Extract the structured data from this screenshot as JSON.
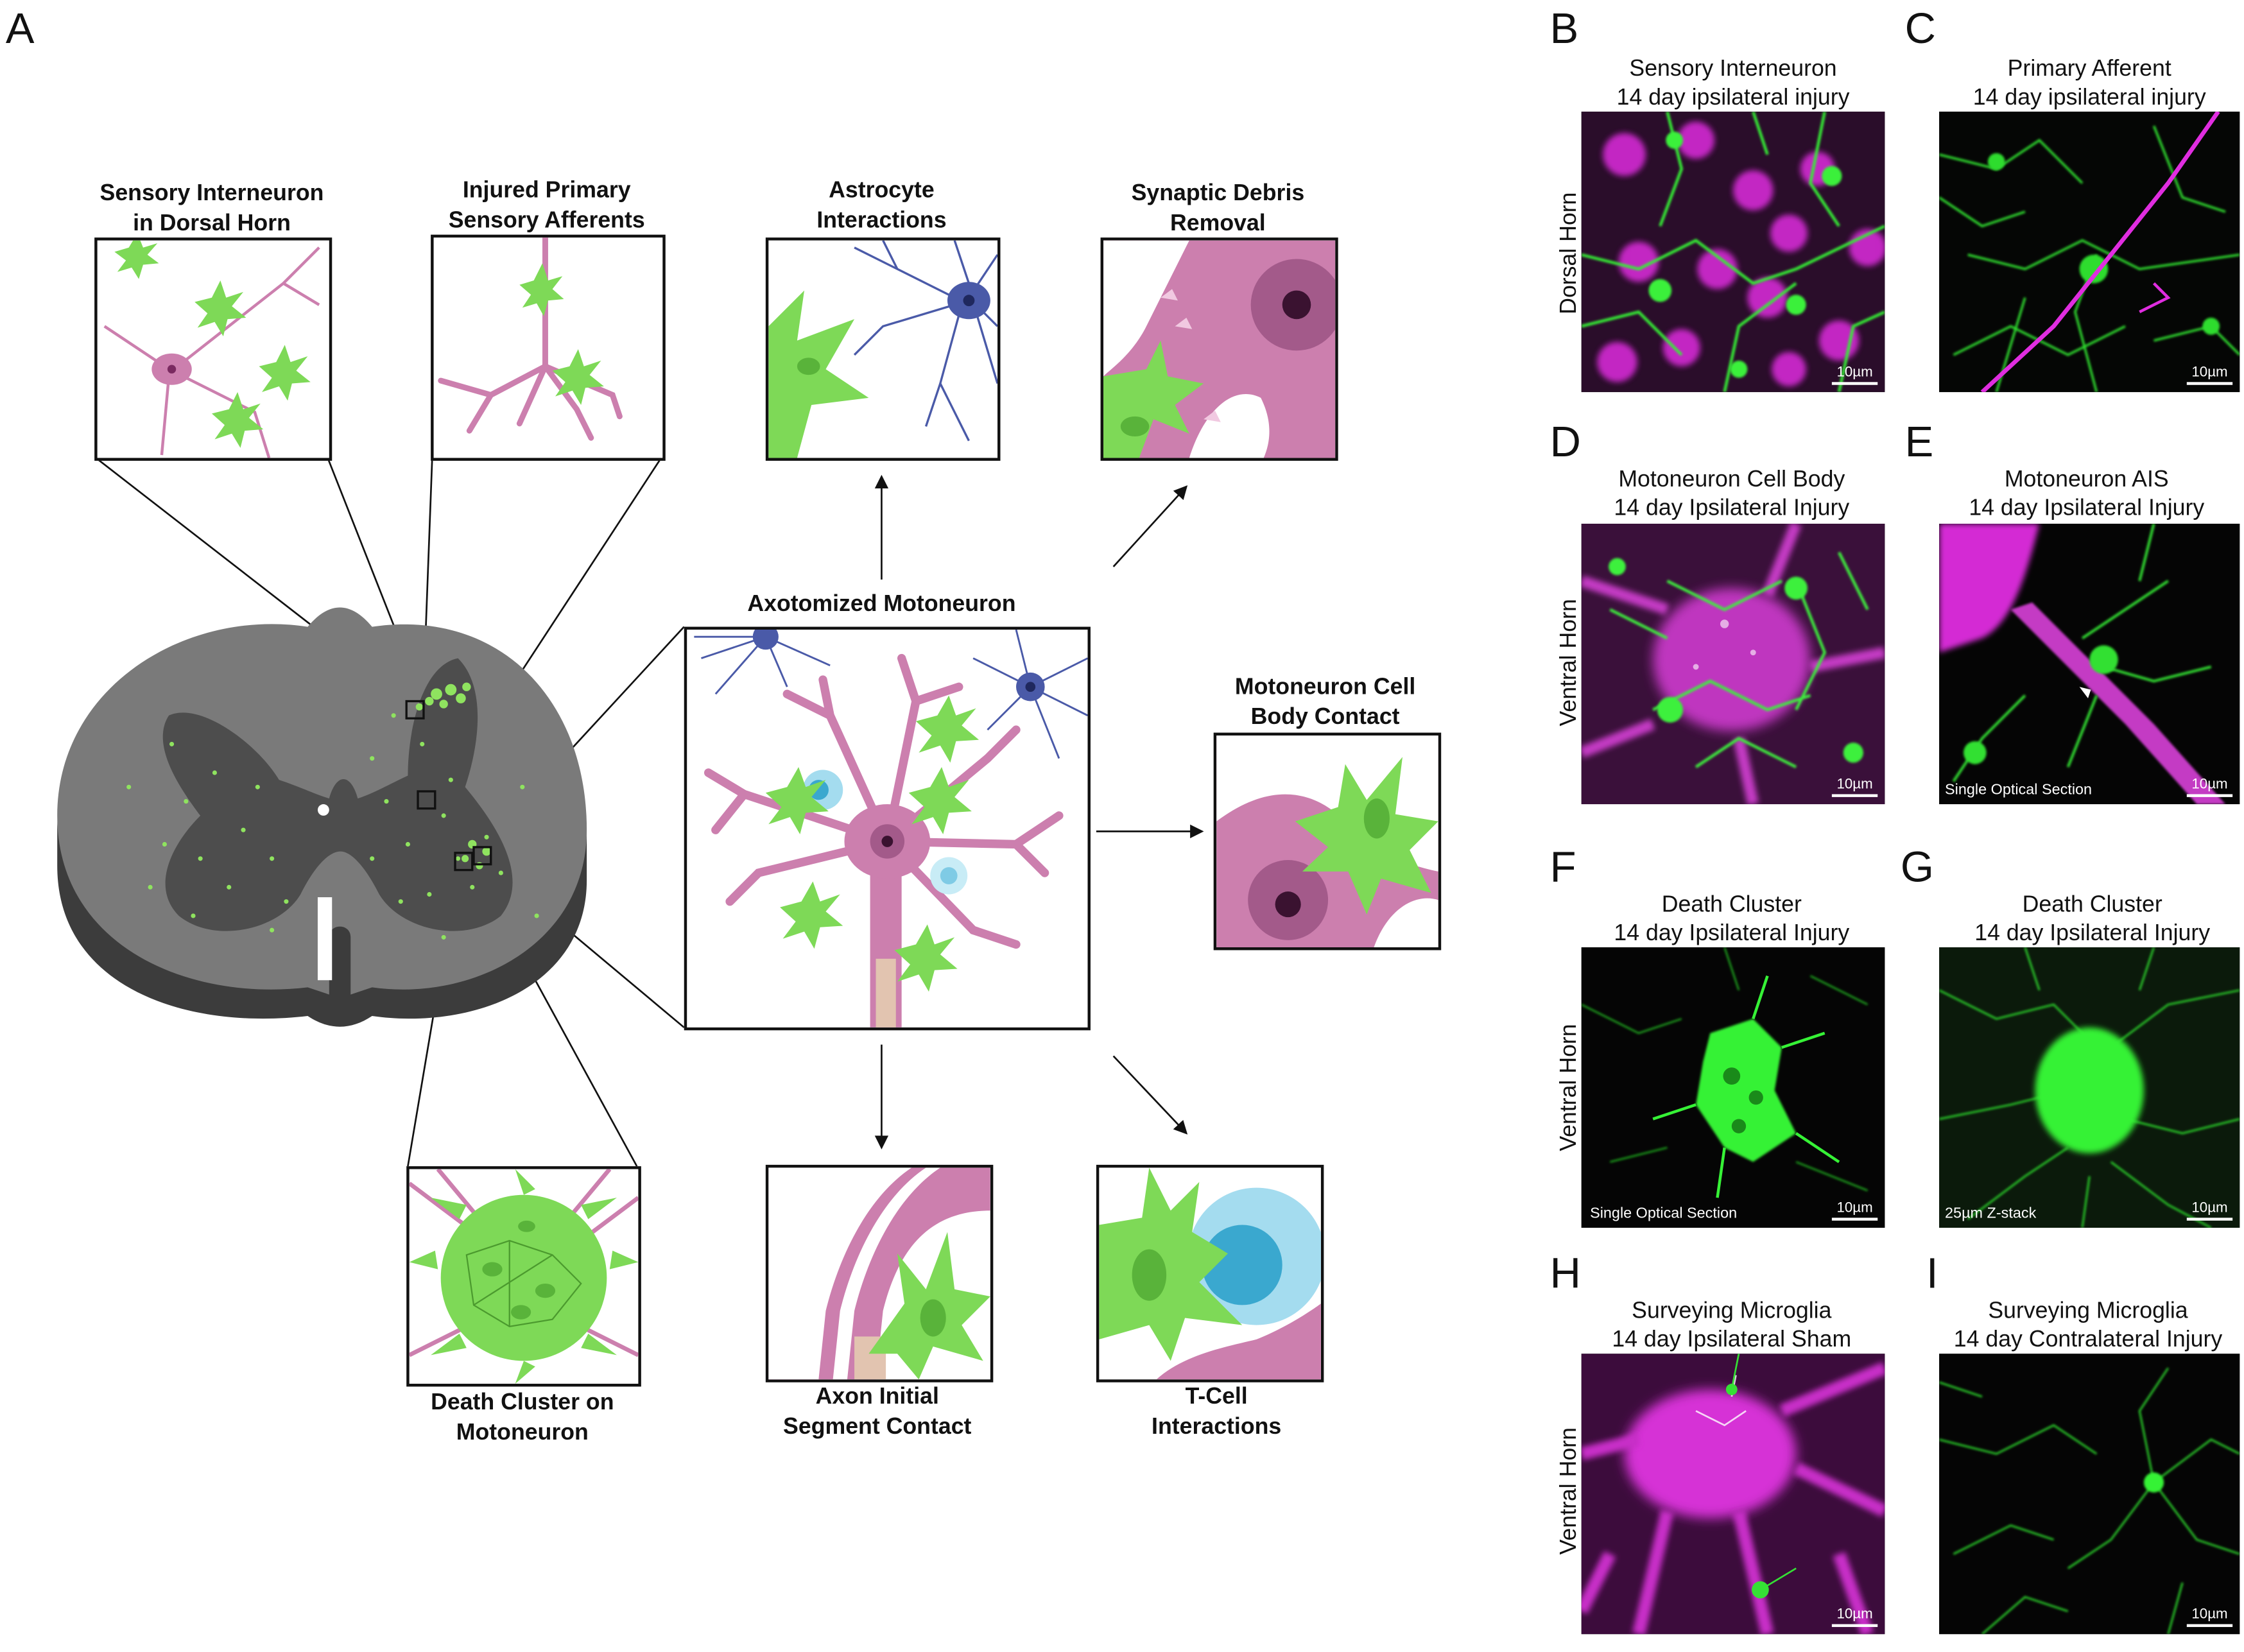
{
  "panel_letters": {
    "A": "A",
    "B": "B",
    "C": "C",
    "D": "D",
    "E": "E",
    "F": "F",
    "G": "G",
    "H": "H",
    "I": "I"
  },
  "schematic": {
    "sensory_interneuron": {
      "line1": "Sensory Interneuron",
      "line2": "in Dorsal Horn"
    },
    "injured_afferents": {
      "line1": "Injured Primary",
      "line2": "Sensory Afferents"
    },
    "astrocyte": {
      "line1": "Astrocyte",
      "line2": "Interactions"
    },
    "synaptic_debris": {
      "line1": "Synaptic Debris",
      "line2": "Removal"
    },
    "axotomized": {
      "line1": "Axotomized Motoneuron"
    },
    "cell_body_contact": {
      "line1": "Motoneuron Cell",
      "line2": "Body Contact"
    },
    "death_cluster": {
      "line1": "Death Cluster on",
      "line2": "Motoneuron"
    },
    "axon_initial": {
      "line1": "Axon Initial",
      "line2": "Segment Contact"
    },
    "tcell": {
      "line1": "T-Cell",
      "line2": "Interactions"
    }
  },
  "micrographs": {
    "B": {
      "title1": "Sensory Interneuron",
      "title2": "14 day ipsilateral injury",
      "scale": "10µm"
    },
    "C": {
      "title1": "Primary Afferent",
      "title2": "14 day ipsilateral injury",
      "scale": "10µm"
    },
    "D": {
      "title1": "Motoneuron Cell Body",
      "title2": "14 day Ipsilateral Injury",
      "scale": "10µm"
    },
    "E": {
      "title1": "Motoneuron AIS",
      "title2": "14 day Ipsilateral Injury",
      "scale": "10µm",
      "note": "Single Optical Section"
    },
    "F": {
      "title1": "Death Cluster",
      "title2": "14 day Ipsilateral Injury",
      "scale": "10µm",
      "note": "Single Optical Section"
    },
    "G": {
      "title1": "Death Cluster",
      "title2": "14 day Ipsilateral Injury",
      "scale": "10µm",
      "note": "25µm Z-stack"
    },
    "H": {
      "title1": "Surveying Microglia",
      "title2": "14 day Ipsilateral Sham",
      "scale": "10µm"
    },
    "I": {
      "title1": "Surveying Microglia",
      "title2": "14 day Contralateral Injury",
      "scale": "10µm"
    }
  },
  "row_labels": {
    "dorsal": "Dorsal Horn",
    "ventral1": "Ventral Horn",
    "ventral2": "Ventral Horn",
    "ventral3": "Ventral Horn"
  },
  "colors": {
    "microglia": "#7ed957",
    "neuron": "#cc7fae",
    "astrocyte": "#4a5aa8",
    "tcell": "#3aa8cf",
    "cord_gray": "#6e6e6e",
    "cord_dark": "#4a4a4a",
    "fluor_green": "#2fe62f",
    "fluor_magenta": "#e02de0"
  }
}
